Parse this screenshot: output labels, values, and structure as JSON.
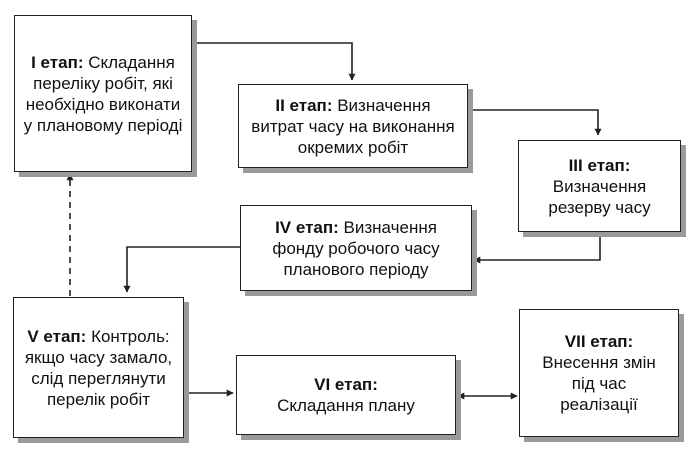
{
  "stages": [
    {
      "id": "s1",
      "label": "I етап:",
      "text": "Складання переліку робіт, які необхідно виконати у плановому періоді"
    },
    {
      "id": "s2",
      "label": "II етап:",
      "text": "Визначення витрат часу на виконання окремих робіт"
    },
    {
      "id": "s3",
      "label": "III етап:",
      "text": "Визначення резерву часу"
    },
    {
      "id": "s4",
      "label": "IV етап:",
      "text": "Визначення фонду робочого часу планового періоду"
    },
    {
      "id": "s5",
      "label": "V етап:",
      "text": "Контроль: якщо часу замало, слід переглянути перелік робіт"
    },
    {
      "id": "s6",
      "label": "VI етап:",
      "text": "Складання плану"
    },
    {
      "id": "s7",
      "label": "VII етап:",
      "text": "Внесення змін під час реалізації"
    }
  ],
  "connections": [
    {
      "from": "s1",
      "to": "s2",
      "style": "solid"
    },
    {
      "from": "s2",
      "to": "s3",
      "style": "solid"
    },
    {
      "from": "s3",
      "to": "s4",
      "style": "solid"
    },
    {
      "from": "s4",
      "to": "s5",
      "style": "solid"
    },
    {
      "from": "s5",
      "to": "s1",
      "style": "dashed"
    },
    {
      "from": "s5",
      "to": "s6",
      "style": "solid"
    },
    {
      "from": "s6",
      "to": "s7",
      "style": "solid",
      "bidirectional": true
    }
  ],
  "colors": {
    "line": "#222222",
    "shadow": "#9a9a9a",
    "box_fill": "#ffffff"
  }
}
